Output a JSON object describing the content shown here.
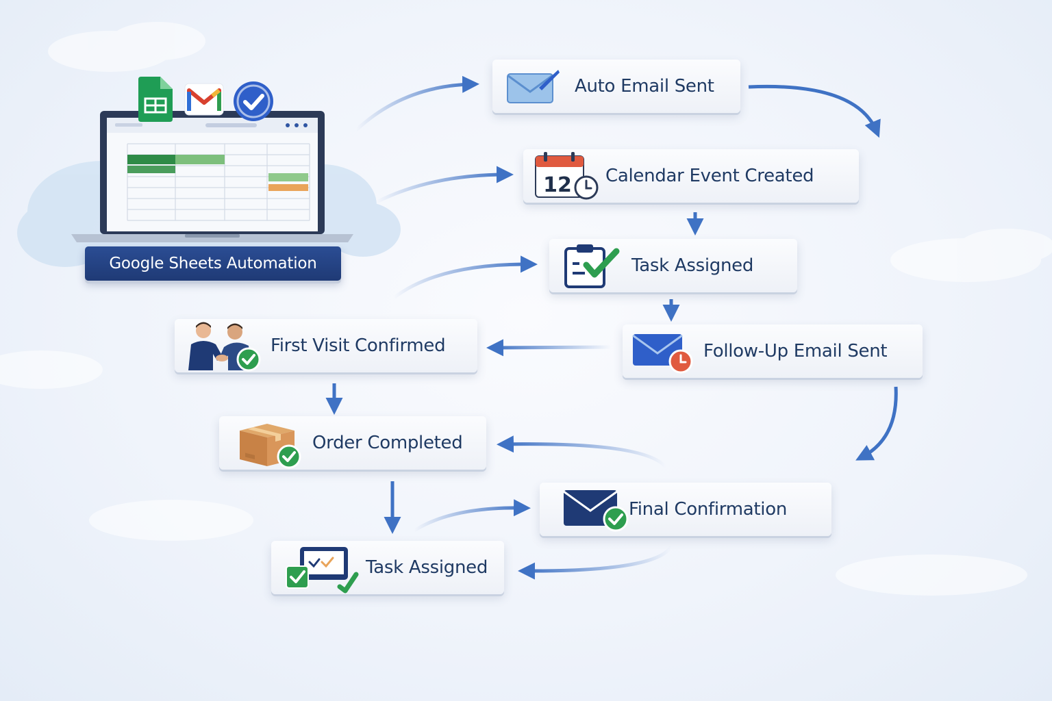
{
  "source": {
    "label": "Google Sheets Automation",
    "app_icons": [
      "sheets-icon",
      "gmail-icon",
      "tasks-check-icon"
    ]
  },
  "steps": [
    {
      "id": "auto-email",
      "label": "Auto Email Sent",
      "icon": "email-send-icon"
    },
    {
      "id": "calendar-event",
      "label": "Calendar Event Created",
      "icon": "calendar-icon",
      "icon_text": "12"
    },
    {
      "id": "task-assigned-1",
      "label": "Task Assigned",
      "icon": "clipboard-check-icon"
    },
    {
      "id": "follow-up-email",
      "label": "Follow-Up Email Sent",
      "icon": "email-clock-icon"
    },
    {
      "id": "first-visit",
      "label": "First Visit Confirmed",
      "icon": "handshake-icon"
    },
    {
      "id": "order-completed",
      "label": "Order Completed",
      "icon": "package-check-icon"
    },
    {
      "id": "final-confirmation",
      "label": "Final Confirmation",
      "icon": "email-check-icon"
    },
    {
      "id": "task-assigned-2",
      "label": "Task Assigned",
      "icon": "monitor-check-icon"
    }
  ],
  "colors": {
    "accent_blue": "#3f72c4",
    "label_navy": "#1f3a63",
    "check_green": "#2e9e4f",
    "source_bg": "#243f80",
    "calendar_red": "#e05a3f",
    "highlight_orange": "#e9a45a"
  }
}
